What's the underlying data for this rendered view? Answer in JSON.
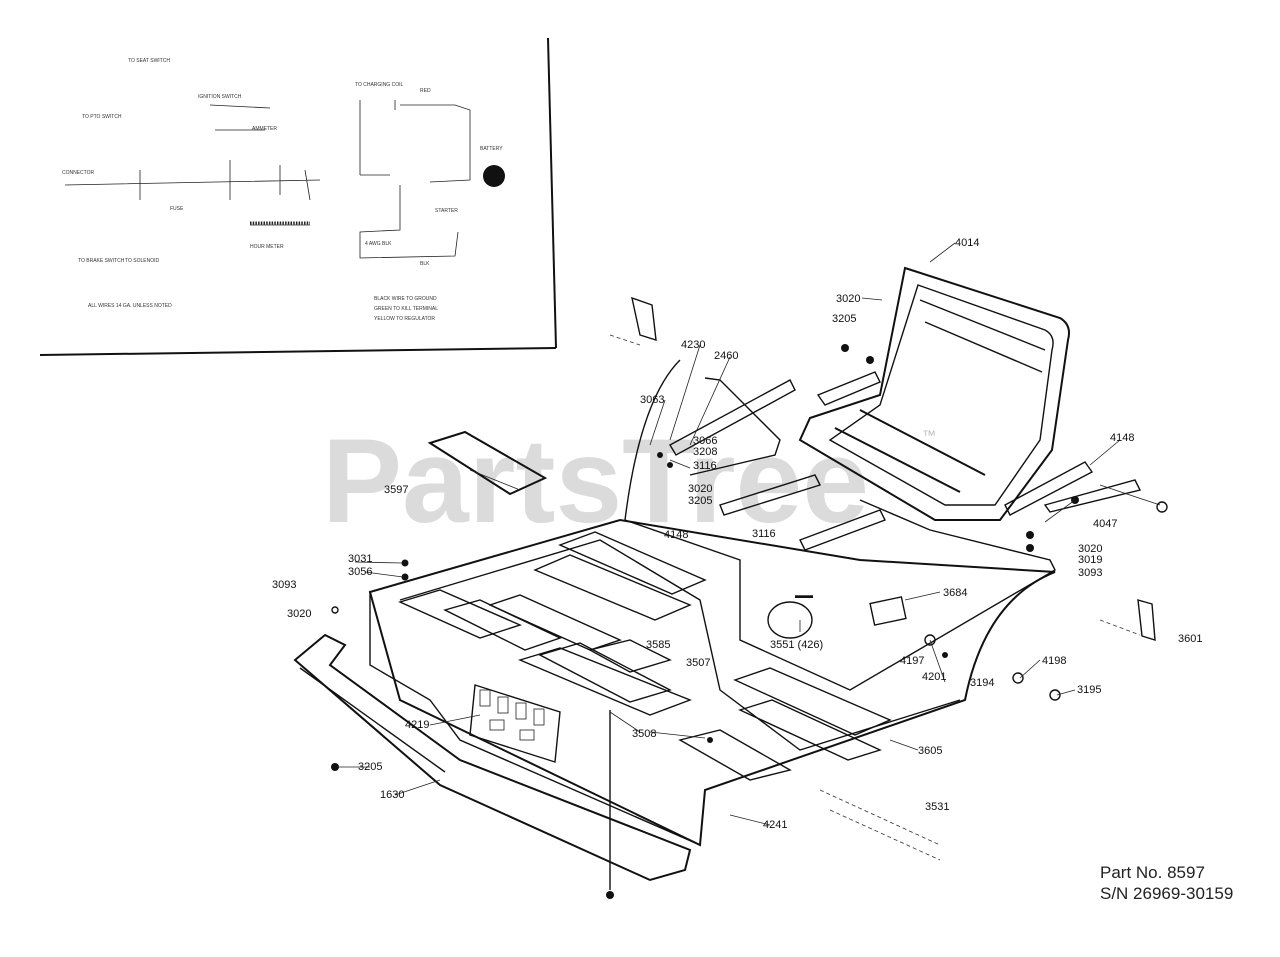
{
  "watermark": {
    "text": "PartsTree",
    "trademark": "™"
  },
  "part_info": {
    "part_no": "Part No. 8597",
    "serial": "S/N 26969-30159"
  },
  "schematic": {
    "labels": [
      "TO SEAT SWITCH",
      "IGNITION SWITCH",
      "TO PTO SWITCH",
      "CONNECTOR",
      "TO BRAKE SWITCH",
      "TO SOLENOID",
      "FUSE",
      "AMMETER",
      "TO CHARGING COIL",
      "BATTERY",
      "HOUR METER",
      "STARTER",
      "4 AWG BLK",
      "RED",
      "BLK",
      "ALL WIRES 14 GA. UNLESS NOTED",
      "BLACK WIRE TO GROUND",
      "GREEN TO KILL TERMINAL",
      "YELLOW TO REGULATOR"
    ]
  },
  "callouts": [
    "4014",
    "3020",
    "3205",
    "4230",
    "2460",
    "3063",
    "3066",
    "3208",
    "3116",
    "3020",
    "3205",
    "4148",
    "3116",
    "3597",
    "4148",
    "4047",
    "3020",
    "3019",
    "3093",
    "3031",
    "3056",
    "3093",
    "3020",
    "3684",
    "3551 (426)",
    "3585",
    "3507",
    "4197",
    "4201",
    "3194",
    "4198",
    "3195",
    "3601",
    "4219",
    "3508",
    "3605",
    "3205",
    "1630",
    "3531",
    "4241"
  ]
}
